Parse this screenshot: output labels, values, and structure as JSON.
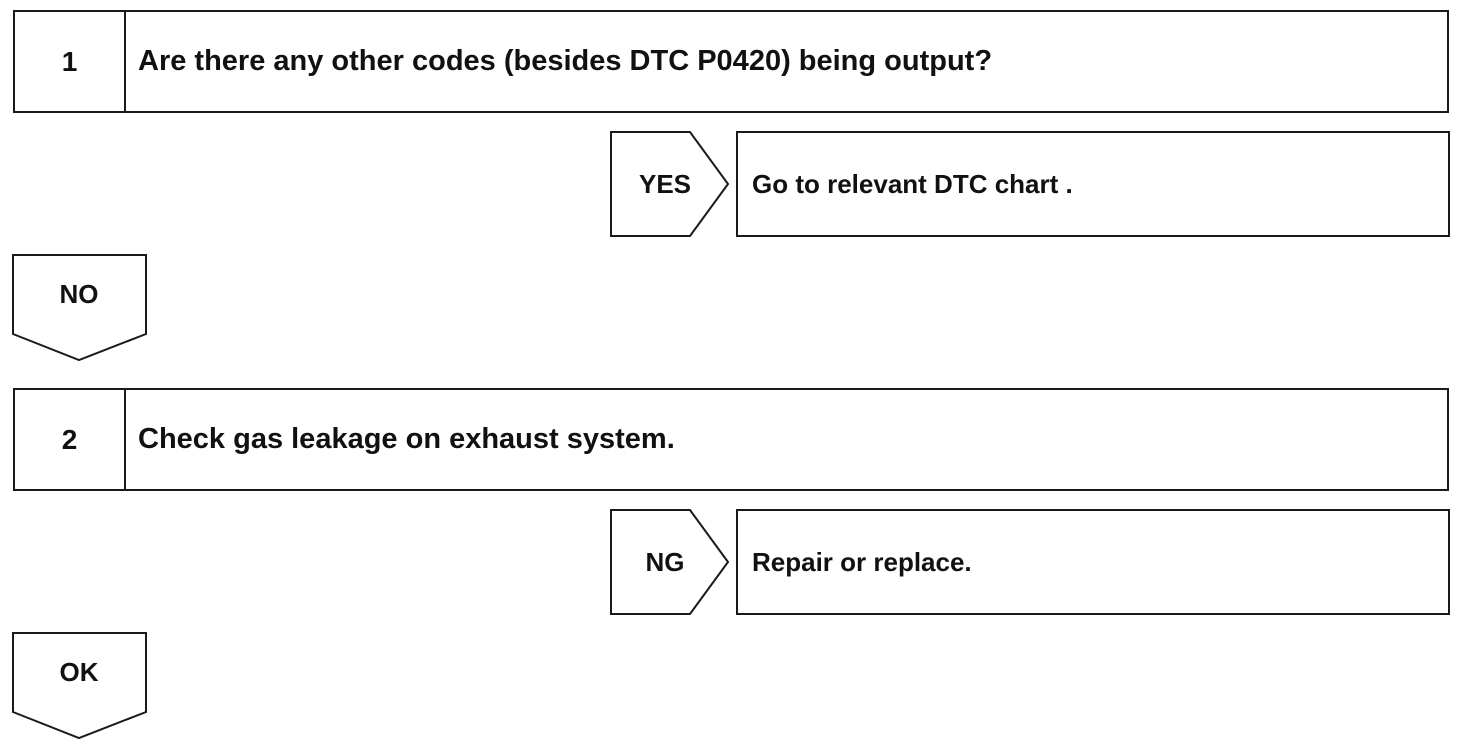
{
  "steps": [
    {
      "number": "1",
      "text": "Are there any other codes (besides DTC P0420) being output?",
      "branch_label": "YES",
      "branch_result": "Go to relevant DTC chart .",
      "continue_label": "NO"
    },
    {
      "number": "2",
      "text": "Check gas leakage on exhaust system.",
      "branch_label": "NG",
      "branch_result": "Repair or replace.",
      "continue_label": "OK"
    }
  ]
}
